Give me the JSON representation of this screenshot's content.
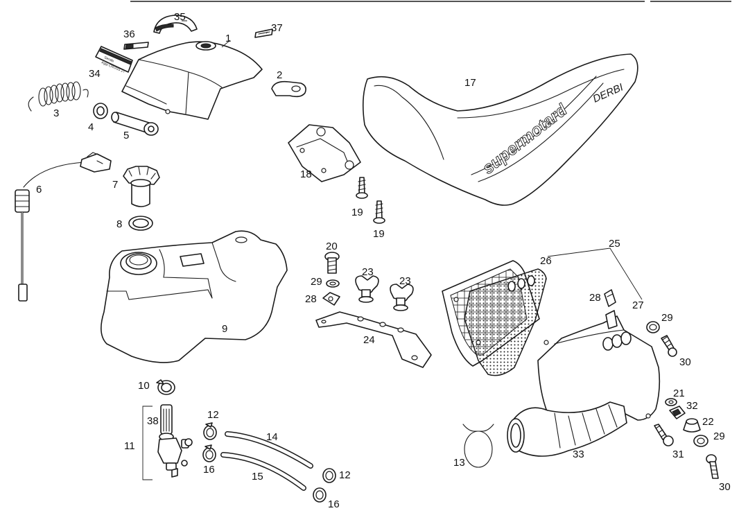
{
  "labels": {
    "p1": "1",
    "p2": "2",
    "p3": "3",
    "p4": "4",
    "p5": "5",
    "p6": "6",
    "p7": "7",
    "p8": "8",
    "p9": "9",
    "p10": "10",
    "p11": "11",
    "p12a": "12",
    "p12b": "12",
    "p13": "13",
    "p14": "14",
    "p15": "15",
    "p16a": "16",
    "p16b": "16",
    "p17": "17",
    "p18": "18",
    "p19a": "19",
    "p19b": "19",
    "p20": "20",
    "p21": "21",
    "p22": "22",
    "p23a": "23",
    "p23b": "23",
    "p24": "24",
    "p25": "25",
    "p26": "26",
    "p27": "27",
    "p28a": "28",
    "p28b": "28",
    "p29a": "29",
    "p29b": "29",
    "p29c": "29",
    "p30a": "30",
    "p30b": "30",
    "p31": "31",
    "p32": "32",
    "p33": "33",
    "p34": "34",
    "p35": "35",
    "p36": "36",
    "p37": "37",
    "p38": "38"
  },
  "seat_decals": {
    "model_text": "supermotard",
    "brand_text": "DERBI"
  },
  "sticker_text": {
    "line1": "Senda",
    "line2": "Agip CROSS 2T"
  },
  "colors": {
    "line": "#1a1a1a",
    "background": "#ffffff"
  }
}
